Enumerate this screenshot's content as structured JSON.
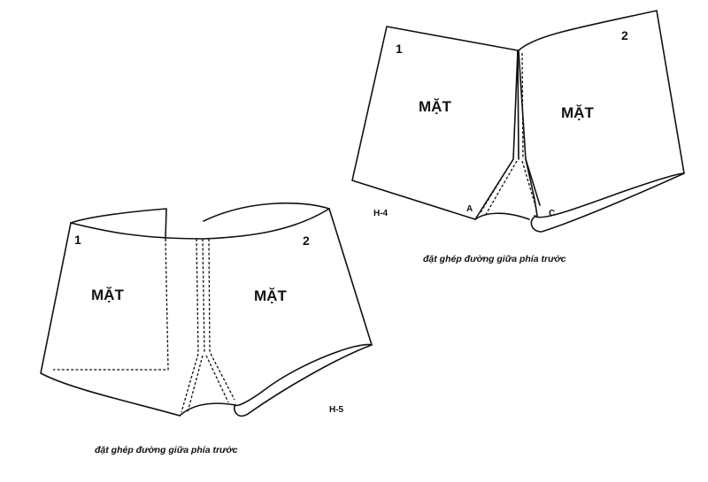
{
  "figure_h4": {
    "label": "H-4",
    "panel_left": {
      "number": "1",
      "face": "MẶT"
    },
    "panel_right": {
      "number": "2",
      "face": "MẶT"
    },
    "point_a": "A",
    "point_c": "C",
    "caption": "đặt ghép đường giữa phía trước"
  },
  "figure_h5": {
    "label": "H-5",
    "panel_left": {
      "number": "1",
      "face": "MẶT"
    },
    "panel_right": {
      "number": "2",
      "face": "MẶT"
    },
    "caption": "đặt ghép đường giữa phía trước"
  }
}
